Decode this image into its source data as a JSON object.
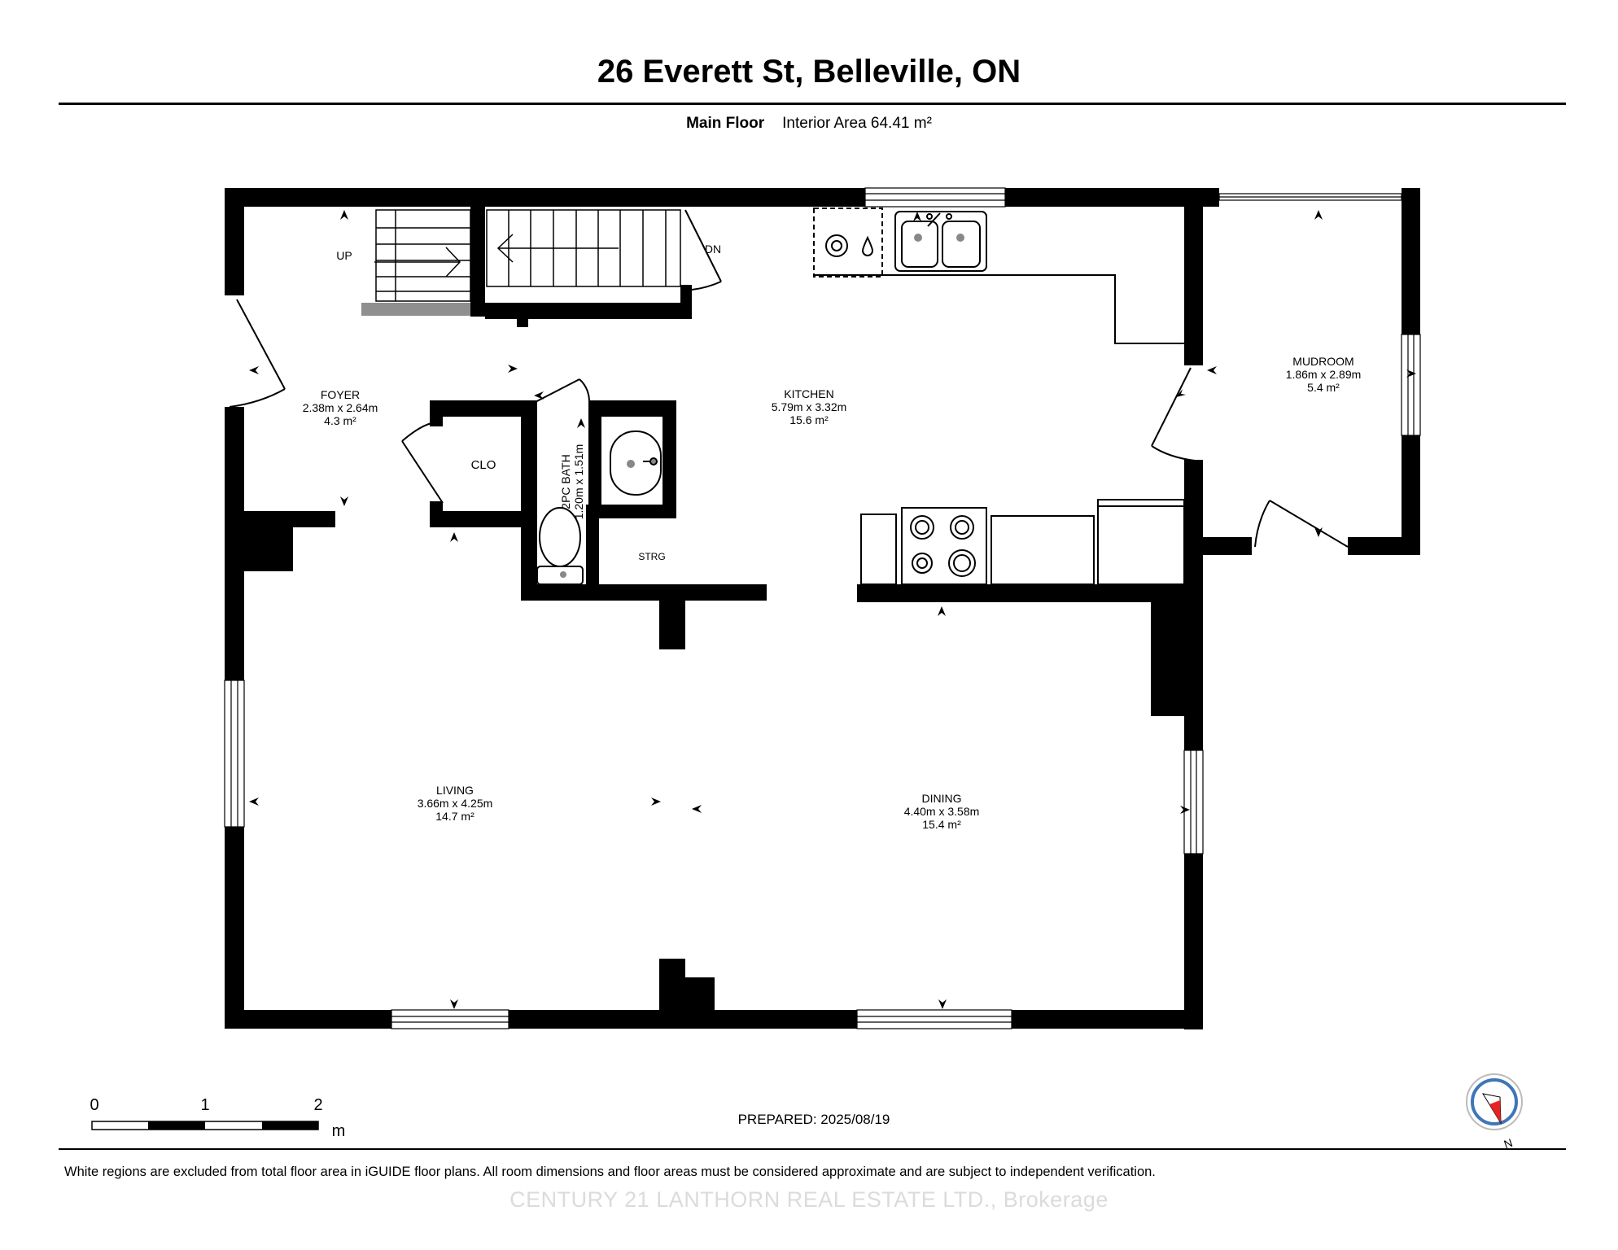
{
  "header": {
    "title": "26 Everett St, Belleville, ON",
    "floor_name": "Main Floor",
    "interior_area": "Interior Area 64.41 m²"
  },
  "rooms": {
    "foyer": {
      "name": "FOYER",
      "dims": "2.38m x 2.64m",
      "area": "4.3 m²"
    },
    "kitchen": {
      "name": "KITCHEN",
      "dims": "5.79m x 3.32m",
      "area": "15.6 m²"
    },
    "mudroom": {
      "name": "MUDROOM",
      "dims": "1.86m x 2.89m",
      "area": "5.4 m²"
    },
    "living": {
      "name": "LIVING",
      "dims": "3.66m x 4.25m",
      "area": "14.7 m²"
    },
    "dining": {
      "name": "DINING",
      "dims": "4.40m x 3.58m",
      "area": "15.4 m²"
    },
    "bath": {
      "name": "2PC BATH",
      "dims": "1.20m x 1.51m"
    },
    "closet": {
      "name": "CLO"
    },
    "storage": {
      "name": "STRG"
    }
  },
  "stairs": {
    "up_label": "UP",
    "down_label": "DN"
  },
  "scale_bar": {
    "ticks": [
      "0",
      "1",
      "2"
    ],
    "unit": "m"
  },
  "prepared": "PREPARED: 2025/08/19",
  "compass": {
    "label": "N",
    "needle_color": "#e52421"
  },
  "footer": {
    "disclaimer": "White regions are excluded from total floor area in iGUIDE floor plans. All room dimensions and floor areas must be considered approximate and are subject to independent verification.",
    "watermark": "CENTURY 21 LANTHORN REAL ESTATE LTD., Brokerage"
  }
}
